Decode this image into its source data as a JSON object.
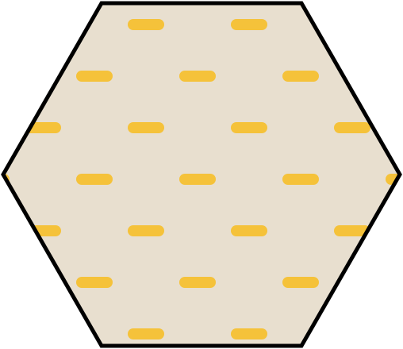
{
  "shape": {
    "kind": "hexagon",
    "fill_color": "#e8dfcf",
    "stroke_color": "#000000"
  },
  "pattern": {
    "mark": "rounded-dash",
    "color": "#f5c23a",
    "rows": 7,
    "layout": "staggered"
  }
}
